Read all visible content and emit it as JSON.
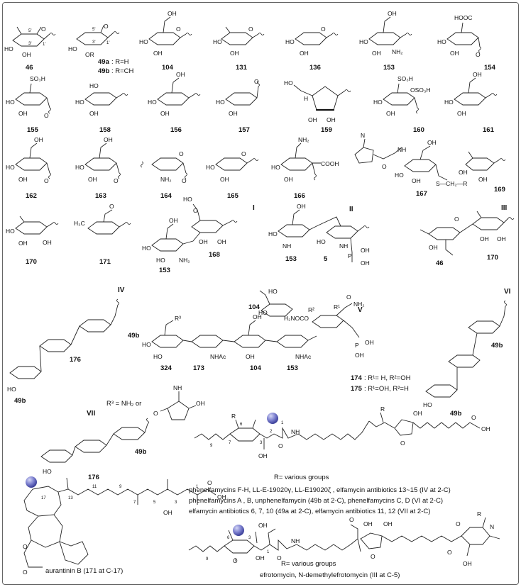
{
  "sugar_labels": {
    "l46": "46",
    "l49ab_a": "49a",
    "l49ab_a_def": ": R=H",
    "l49ab_b": "49b",
    "l49ab_b_def": ": R=CH",
    "l104": "104",
    "l131": "131",
    "l136": "136",
    "l153": "153",
    "l154": "154",
    "l155": "155",
    "l158": "158",
    "l156": "156",
    "l157": "157",
    "l159": "159",
    "l160": "160",
    "l161": "161",
    "l162": "162",
    "l163": "163",
    "l164": "164",
    "l165": "165",
    "l166": "166",
    "l167": "167",
    "l169": "169",
    "l170": "170",
    "l171": "171",
    "l153b": "153",
    "l168": "168",
    "l153c": "153",
    "l5": "5",
    "l46b": "46",
    "l170b": "170",
    "l176": "176",
    "l49b_a": "49b",
    "l49b_b": "49b",
    "l324": "324",
    "l173": "173",
    "l104b": "104",
    "l104c": "104",
    "l153d": "153",
    "l174": "174",
    "l174_def": ": R¹= H, R²=OH",
    "l175": "175",
    "l175_def": ": R¹=OH, R²=H",
    "l49b_c": "49b",
    "l49b_d": "49b",
    "l176b": "176",
    "l49b_e": "49b"
  },
  "roman": {
    "I": "I",
    "II": "II",
    "III": "III",
    "IV": "IV",
    "V": "V",
    "VI": "VI",
    "VII": "VII"
  },
  "atoms": {
    "HO": "HO",
    "OH": "OH",
    "O": "O",
    "NH2": "NH₂",
    "NH": "NH",
    "NHAc": "NHAc",
    "COOH": "COOH",
    "HOOC": "HOOC",
    "SO3H": "SO₃H",
    "OSO3H": "OSO₃H",
    "CH2R": "S—CH₂—R",
    "N": "N",
    "H3C": "H₃C",
    "OR": "OR",
    "R": "R",
    "R1": "R¹",
    "R2": "R²",
    "R3": "R³",
    "P": "P",
    "H2NOCO": "H₂NOCO",
    "H": "H",
    "NH2b": "NH₂"
  },
  "r3_definition": "R³ = NH₂ or",
  "phenelfamycin": {
    "r_note": "R= various groups",
    "line1": "phenelfamycins F-H, LL-E-19020γ, LL-E19020ζ , elfamycin antibiotics 13~15  (IV at 2-C)",
    "line2": "phenelfamycins A , B, unphenelfamycin (49b at 2-C), phenelfamycins C, D (VI at 2-C)",
    "line3": "elfamycin antibiotics 6, 7, 10 (49a at 2-C), elfamycin antibiotics 11, 12 (VII at 2-C)"
  },
  "aurantinin_caption": "aurantinin B (171 at C-17)",
  "efrotomycin": {
    "r_note": "R= various groups",
    "caption": "efrotomycin, N-demethylefrotomycin (III at C-5)"
  },
  "colors": {
    "marker": "#6f74c8",
    "marker_highlight": "#c9cbf2",
    "line": "#222222"
  }
}
